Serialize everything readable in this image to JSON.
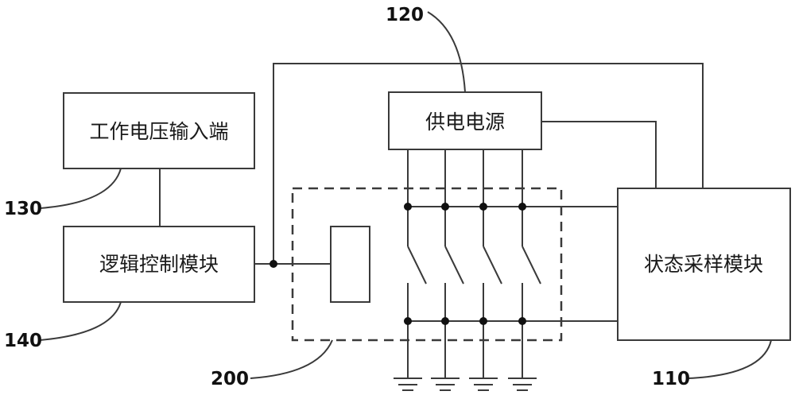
{
  "diagram": {
    "type": "circuit-block-diagram",
    "blocks": {
      "working_voltage_input": {
        "label": "工作电压输入端",
        "ref": "130"
      },
      "logic_control_module": {
        "label": "逻辑控制模块",
        "ref": "140"
      },
      "power_supply": {
        "label": "供电电源",
        "ref": "120"
      },
      "state_sampling_module": {
        "label": "状态采样模块",
        "ref": "110"
      },
      "relay_assembly": {
        "label": "",
        "ref": "200"
      }
    },
    "switch_channels": 4,
    "grounds": 4,
    "colors": {
      "line": "#3a3a3a",
      "dot": "#111111",
      "background": "#ffffff"
    }
  }
}
